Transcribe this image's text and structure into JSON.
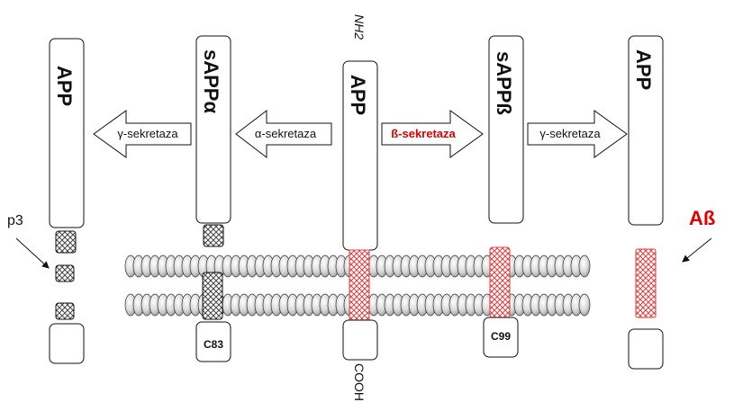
{
  "labels": {
    "app_1": "APP",
    "sappa": "sAPPα",
    "app_center": "APP",
    "sappb": "sAPPß",
    "app_5": "APP",
    "nh2": "NH2",
    "cooh": "COOH",
    "c83": "C83",
    "c99": "C99",
    "p3": "p3",
    "abeta": "Aß"
  },
  "arrows": {
    "gamma_left": "γ-sekretaza",
    "alpha": "α-sekretaza",
    "beta": "ß-sekretaza",
    "gamma_right": "γ-sekretaza"
  },
  "colors": {
    "beta_label": "#e00000",
    "abeta_label": "#e00000",
    "hatch_red": "#e04040",
    "hatch_gray": "#444444",
    "membrane_bead": "#cfcfcf"
  }
}
